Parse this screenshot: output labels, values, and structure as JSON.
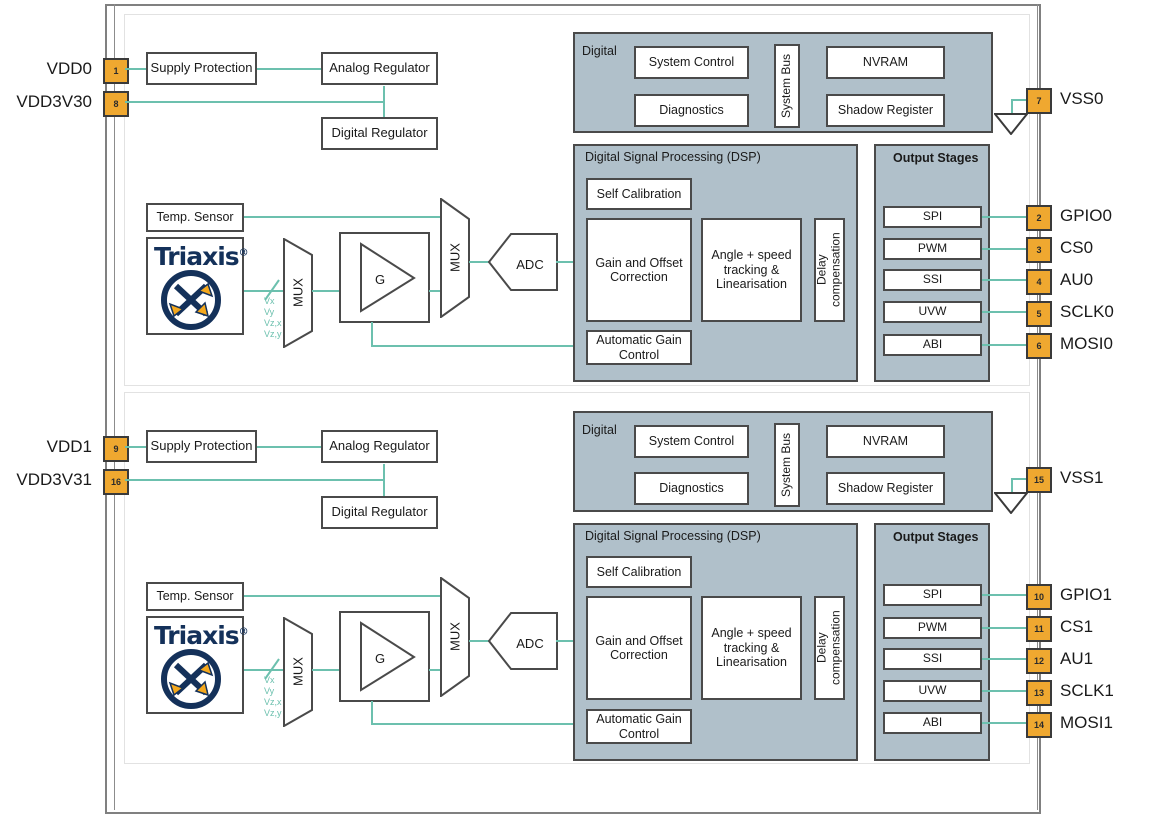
{
  "diagram": {
    "title": "Dual-die magnetic position sensor block diagram",
    "colors": {
      "wire": "#6cc0ae",
      "pin_fill": "#efa830",
      "panel_fill": "#b0c0ca",
      "box_border": "#4a4a4a",
      "logo_navy": "#14315a",
      "arrow_orange": "#f4a81d"
    }
  },
  "channels": [
    {
      "id": "channel0",
      "left_pins": [
        {
          "number": "1",
          "label": "VDD0"
        },
        {
          "number": "8",
          "label": "VDD3V30"
        }
      ],
      "right_pins": [
        {
          "number": "7",
          "label": "VSS0"
        },
        {
          "number": "2",
          "label": "GPIO0"
        },
        {
          "number": "3",
          "label": "CS0"
        },
        {
          "number": "4",
          "label": "AU0"
        },
        {
          "number": "5",
          "label": "SCLK0"
        },
        {
          "number": "6",
          "label": "MOSI0"
        }
      ],
      "supply": {
        "protection": "Supply Protection",
        "analog_regulator": "Analog Regulator",
        "digital_regulator": "Digital Regulator"
      },
      "analog": {
        "temp_sensor": "Temp. Sensor",
        "logo_text": "Triaxis",
        "logo_registered": "®",
        "sensor_signals": [
          "Vx",
          "Vy",
          "Vz,x",
          "Vz,y"
        ],
        "mux_in": "MUX",
        "gain": "G",
        "mux_out": "MUX",
        "adc": "ADC"
      },
      "digital": {
        "title": "Digital",
        "system_control": "System Control",
        "diagnostics": "Diagnostics",
        "system_bus": "System Bus",
        "nvram": "NVRAM",
        "shadow_register": "Shadow Register"
      },
      "dsp": {
        "title": "Digital Signal Processing (DSP)",
        "self_calibration": "Self Calibration",
        "gain_offset": "Gain and Offset Correction",
        "angle_speed": "Angle + speed tracking & Linearisation",
        "delay_compensation": "Delay compensation",
        "agc": "Automatic Gain Control"
      },
      "output_stages": {
        "title": "Output Stages",
        "items": [
          "SPI",
          "PWM",
          "SSI",
          "UVW",
          "ABI"
        ]
      }
    },
    {
      "id": "channel1",
      "left_pins": [
        {
          "number": "9",
          "label": "VDD1"
        },
        {
          "number": "16",
          "label": "VDD3V31"
        }
      ],
      "right_pins": [
        {
          "number": "15",
          "label": "VSS1"
        },
        {
          "number": "10",
          "label": "GPIO1"
        },
        {
          "number": "11",
          "label": "CS1"
        },
        {
          "number": "12",
          "label": "AU1"
        },
        {
          "number": "13",
          "label": "SCLK1"
        },
        {
          "number": "14",
          "label": "MOSI1"
        }
      ],
      "supply": {
        "protection": "Supply Protection",
        "analog_regulator": "Analog Regulator",
        "digital_regulator": "Digital Regulator"
      },
      "analog": {
        "temp_sensor": "Temp. Sensor",
        "logo_text": "Triaxis",
        "logo_registered": "®",
        "sensor_signals": [
          "Vx",
          "Vy",
          "Vz,x",
          "Vz,y"
        ],
        "mux_in": "MUX",
        "gain": "G",
        "mux_out": "MUX",
        "adc": "ADC"
      },
      "digital": {
        "title": "Digital",
        "system_control": "System Control",
        "diagnostics": "Diagnostics",
        "system_bus": "System Bus",
        "nvram": "NVRAM",
        "shadow_register": "Shadow Register"
      },
      "dsp": {
        "title": "Digital Signal Processing (DSP)",
        "self_calibration": "Self Calibration",
        "gain_offset": "Gain and Offset Correction",
        "angle_speed": "Angle + speed tracking & Linearisation",
        "delay_compensation": "Delay compensation",
        "agc": "Automatic Gain Control"
      },
      "output_stages": {
        "title": "Output Stages",
        "items": [
          "SPI",
          "PWM",
          "SSI",
          "UVW",
          "ABI"
        ]
      }
    }
  ]
}
